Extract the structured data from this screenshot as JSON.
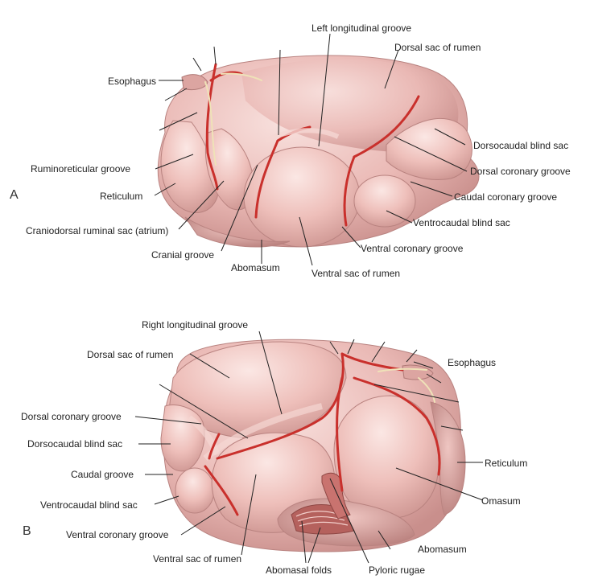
{
  "panels": {
    "A": {
      "letter": "A",
      "labels": {
        "left_longitudinal_groove": "Left longitudinal groove",
        "dorsal_sac": "Dorsal sac of rumen",
        "esophagus": "Esophagus",
        "dorsocaudal_blind_sac": "Dorsocaudal blind sac",
        "ruminoreticular_groove": "Ruminoreticular groove",
        "dorsal_coronary_groove": "Dorsal coronary groove",
        "reticulum": "Reticulum",
        "caudal_coronary_groove": "Caudal coronary groove",
        "ventrocaudal_blind_sac": "Ventrocaudal blind sac",
        "craniodorsal_ruminal_sac": "Craniodorsal ruminal sac (atrium)",
        "ventral_coronary_groove": "Ventral coronary groove",
        "cranial_groove": "Cranial groove",
        "abomasum": "Abomasum",
        "ventral_sac": "Ventral sac of rumen"
      }
    },
    "B": {
      "letter": "B",
      "labels": {
        "right_longitudinal_groove": "Right longitudinal groove",
        "dorsal_sac": "Dorsal sac of rumen",
        "esophagus": "Esophagus",
        "dorsal_coronary_groove": "Dorsal coronary groove",
        "dorsocaudal_blind_sac": "Dorsocaudal blind sac",
        "caudal_groove": "Caudal groove",
        "reticulum": "Reticulum",
        "ventrocaudal_blind_sac": "Ventrocaudal blind sac",
        "omasum": "Omasum",
        "ventral_coronary_groove": "Ventral coronary groove",
        "abomasum": "Abomasum",
        "ventral_sac": "Ventral sac of rumen",
        "abomasal_folds": "Abomasal folds",
        "pyloric_rugae": "Pyloric rugae"
      }
    }
  },
  "colors": {
    "tissue": "#e9b8b4",
    "tissue_shadow": "#c98f8c",
    "tissue_highlight": "#f8e1de",
    "vessel": "#c9302c",
    "nerve": "#efe2b8",
    "leader": "#222222"
  }
}
